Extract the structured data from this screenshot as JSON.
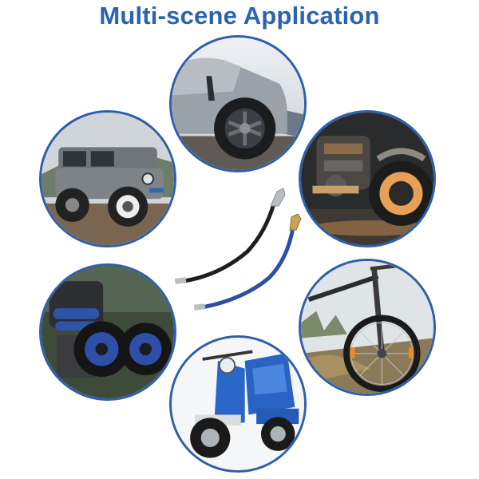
{
  "title": "Multi-scene Application",
  "colors": {
    "title": "#2a63b0",
    "ring": "#2f5fa8",
    "hose_black": "#1e1e1e",
    "hose_blue": "#2c4fa3",
    "fitting_brass": "#c7a25a",
    "fitting_chrome": "#b9bec4"
  },
  "scenes": [
    {
      "icon": "car-wheel-icon",
      "subject": "car wheel"
    },
    {
      "icon": "suv-icon",
      "subject": "off-road suv"
    },
    {
      "icon": "motorcycle-engine-icon",
      "subject": "motorcycle"
    },
    {
      "icon": "blue-motorcycle-wheels-icon",
      "subject": "motorcycle wheels"
    },
    {
      "icon": "bicycle-icon",
      "subject": "bicycle"
    },
    {
      "icon": "tricycle-scooter-icon",
      "subject": "electric tricycle"
    }
  ],
  "product": {
    "icon": "air-chuck-hoses-icon"
  }
}
